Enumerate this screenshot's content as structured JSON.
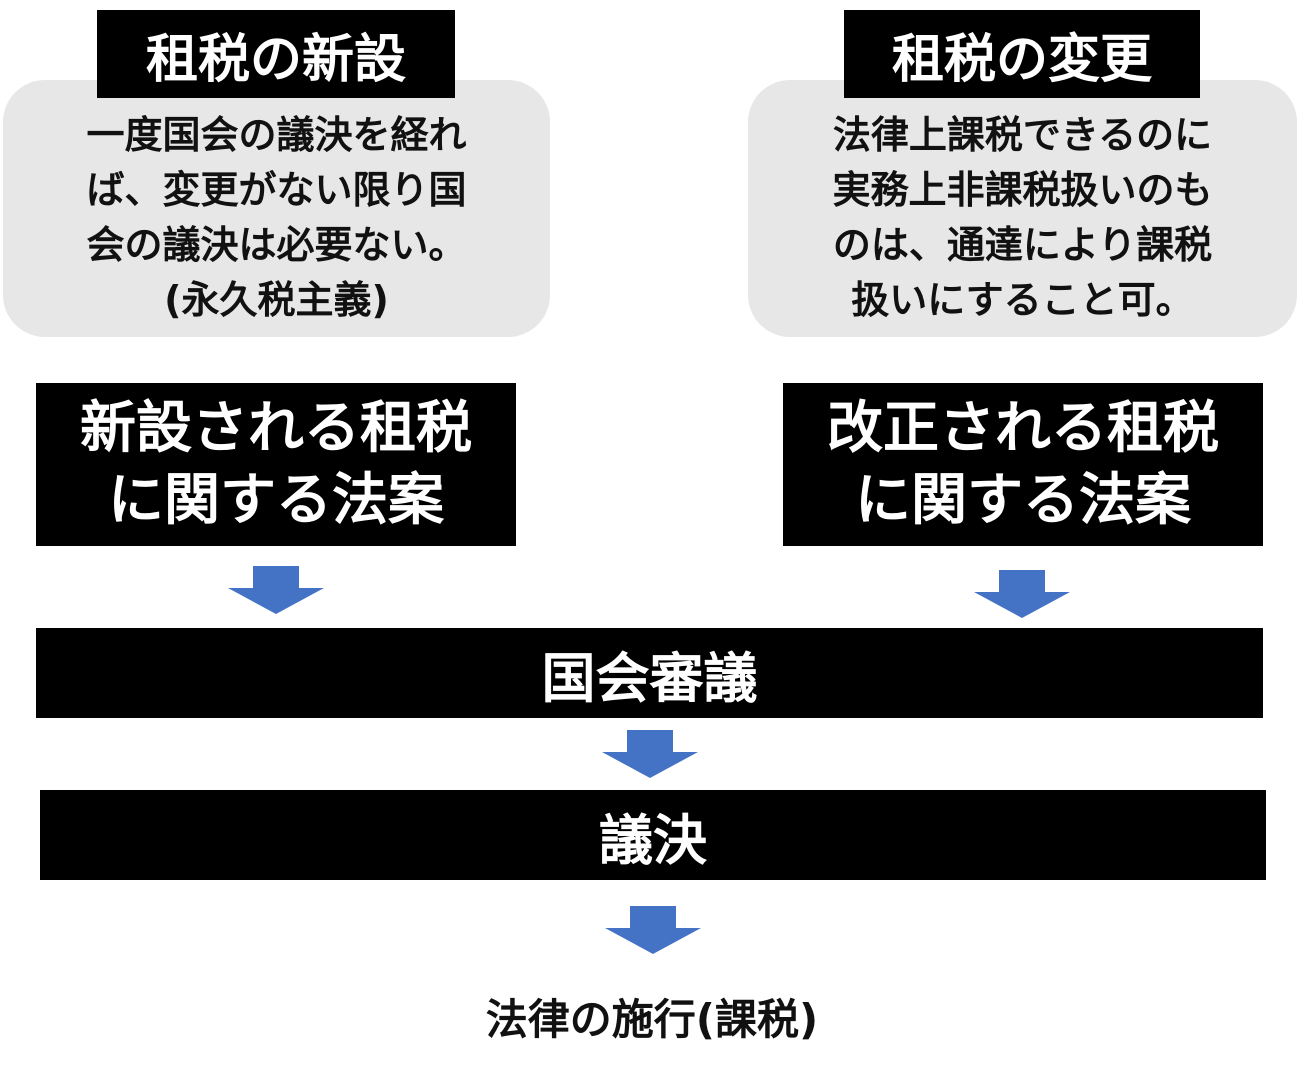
{
  "left": {
    "title": "租税の新設",
    "note_lines": [
      "一度国会の議決を経れ",
      "ば、変更がない限り国",
      "会の議決は必要ない。",
      "(永久税主義)"
    ],
    "bill_lines": [
      "新設される租税",
      "に関する法案"
    ]
  },
  "right": {
    "title": "租税の変更",
    "note_lines": [
      "法律上課税できるのに",
      "実務上非課税扱いのも",
      "のは、通達により課税",
      "扱いにすること可。"
    ],
    "bill_lines": [
      "改正される租税",
      "に関する法案"
    ]
  },
  "steps": {
    "deliberation": "国会審議",
    "resolution": "議決",
    "enforcement": "法律の施行(課税)"
  },
  "colors": {
    "arrow": "#4472c4",
    "box": "#000000",
    "note_bg": "#e7e7e7"
  }
}
